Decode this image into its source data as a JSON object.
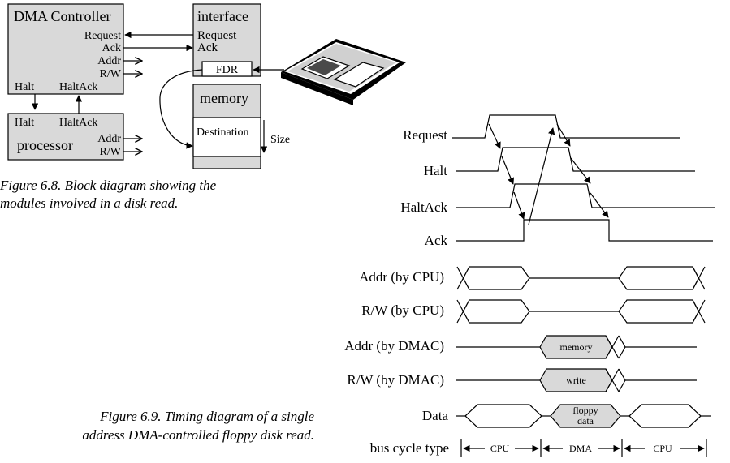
{
  "block_diagram": {
    "dma_title": "DMA Controller",
    "dma_request": "Request",
    "dma_ack": "Ack",
    "dma_addr": "Addr",
    "dma_rw": "R/W",
    "dma_halt": "Halt",
    "dma_haltack": "HaltAck",
    "interface_title": "interface",
    "interface_request": "Request",
    "interface_ack": "Ack",
    "fdr": "FDR",
    "memory_title": "memory",
    "destination": "Destination",
    "size": "Size",
    "proc_halt": "Halt",
    "proc_haltack": "HaltAck",
    "proc_title": "processor",
    "proc_addr": "Addr",
    "proc_rw": "R/W",
    "caption_line1": "Figure 6.8. Block diagram showing the",
    "caption_line2": "modules involved in a disk read."
  },
  "timing": {
    "signals": [
      "Request",
      "Halt",
      "HaltAck",
      "Ack"
    ],
    "buses": [
      "Addr (by CPU)",
      "R/W (by CPU)",
      "Addr (by DMAC)",
      "R/W (by DMAC)",
      "Data"
    ],
    "bus_memory": "memory",
    "bus_write": "write",
    "bus_floppy_1": "floppy",
    "bus_floppy_2": "data",
    "cycle_label": "bus cycle type",
    "cycle_cpu_1": "CPU",
    "cycle_dma": "DMA",
    "cycle_cpu_2": "CPU",
    "caption_line1": "Figure 6.9. Timing diagram of a single",
    "caption_line2": "address DMA-controlled floppy disk read."
  }
}
